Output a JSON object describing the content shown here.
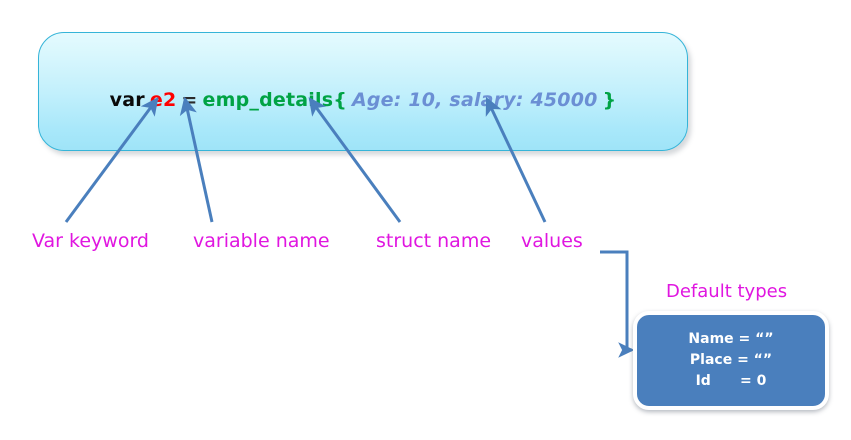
{
  "diagram": {
    "title_note": "Go struct literal annotation diagram",
    "code_box": {
      "tokens": {
        "keyword": "var",
        "variable_name": "e2",
        "assign": "=",
        "struct_name": "emp_details",
        "open_brace": "{",
        "fields": "Age: 10, salary: 45000",
        "close_brace": "}"
      },
      "full_text": "var e2 = emp_details{ Age: 10, salary: 45000 }",
      "colors": {
        "keyword": "#0a0a0a",
        "variable_name": "#ff0000",
        "struct_name": "#00a344",
        "fields": "#6b8fd4",
        "border": "#35b4d8",
        "fill_top": "#e4fafe",
        "fill_bottom": "#9fe4f8"
      }
    },
    "callouts": [
      {
        "id": "var-keyword",
        "label": "Var keyword"
      },
      {
        "id": "variable-name",
        "label": "variable name"
      },
      {
        "id": "struct-name",
        "label": "struct name"
      },
      {
        "id": "values",
        "label": "values"
      }
    ],
    "callout_color": "#e016e0",
    "arrow_color": "#4a7fbd",
    "default_types": {
      "heading": "Default types",
      "rows": [
        {
          "name": "Name",
          "equals": "=",
          "value": "“”"
        },
        {
          "name": "Place",
          "equals": "=",
          "value": "“”"
        },
        {
          "name": "Id",
          "equals": "=",
          "value": "0"
        }
      ],
      "lines": [
        "Name = “”",
        "Place = “”",
        "Id      = 0"
      ],
      "box_fill": "#4a7fbd",
      "text_color": "#ffffff"
    }
  }
}
